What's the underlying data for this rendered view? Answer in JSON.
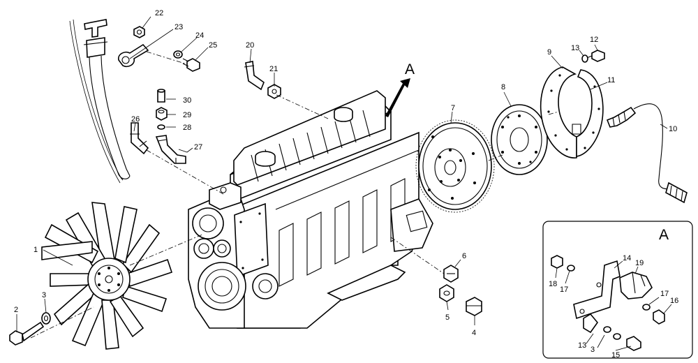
{
  "view_letter": "A",
  "detail": {
    "letter": "A"
  },
  "callouts": [
    {
      "id": "c1",
      "text": "1"
    },
    {
      "id": "c2",
      "text": "2"
    },
    {
      "id": "c3",
      "text": "3"
    },
    {
      "id": "c4",
      "text": "4"
    },
    {
      "id": "c5",
      "text": "5"
    },
    {
      "id": "c6",
      "text": "6"
    },
    {
      "id": "c7",
      "text": "7"
    },
    {
      "id": "c8",
      "text": "8"
    },
    {
      "id": "c9",
      "text": "9"
    },
    {
      "id": "c10",
      "text": "10"
    },
    {
      "id": "c11",
      "text": "11"
    },
    {
      "id": "c12",
      "text": "12"
    },
    {
      "id": "c13",
      "text": "13"
    },
    {
      "id": "c20",
      "text": "20"
    },
    {
      "id": "c21",
      "text": "21"
    },
    {
      "id": "c22",
      "text": "22"
    },
    {
      "id": "c23",
      "text": "23"
    },
    {
      "id": "c24",
      "text": "24"
    },
    {
      "id": "c25",
      "text": "25"
    },
    {
      "id": "c26",
      "text": "26"
    },
    {
      "id": "c27",
      "text": "27"
    },
    {
      "id": "c28",
      "text": "28"
    },
    {
      "id": "c29",
      "text": "29"
    },
    {
      "id": "c30",
      "text": "30"
    },
    {
      "id": "d3",
      "text": "3"
    },
    {
      "id": "d13",
      "text": "13"
    },
    {
      "id": "d14",
      "text": "14"
    },
    {
      "id": "d15",
      "text": "15"
    },
    {
      "id": "d16",
      "text": "16"
    },
    {
      "id": "d17a",
      "text": "17"
    },
    {
      "id": "d17b",
      "text": "17"
    },
    {
      "id": "d18",
      "text": "18"
    },
    {
      "id": "d19",
      "text": "19"
    }
  ]
}
